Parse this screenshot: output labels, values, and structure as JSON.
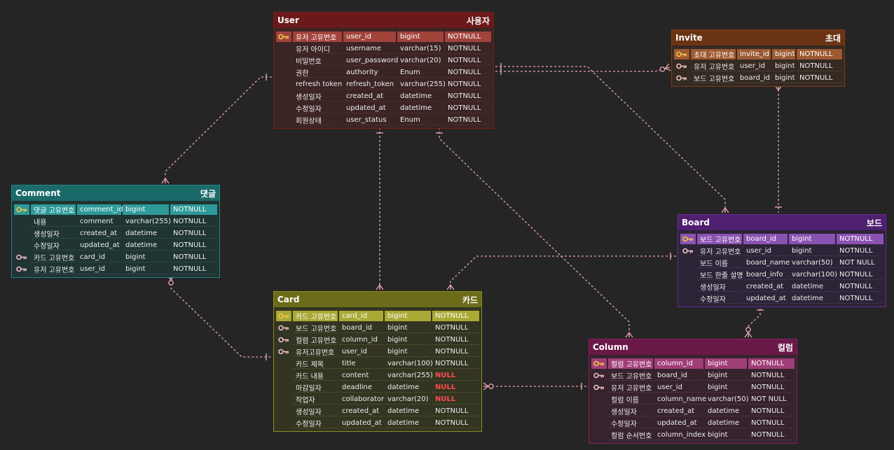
{
  "entities": {
    "user": {
      "name": "User",
      "label": "사용자",
      "colors": {
        "border": "#7c1d1d",
        "header": "#6b1919",
        "body": "#3b2424",
        "pk": "#a1433b",
        "rowline": "#4c2c2c"
      },
      "rows": [
        {
          "key": "pk",
          "kname": "유저 고유번호",
          "col": "user_id",
          "type": "bigint",
          "nn": "NOTNULL"
        },
        {
          "key": "",
          "kname": "유저 아이디",
          "col": "username",
          "type": "varchar(15)",
          "nn": "NOTNULL"
        },
        {
          "key": "",
          "kname": "비밀번호",
          "col": "user_password",
          "type": "varchar(20)",
          "nn": "NOTNULL"
        },
        {
          "key": "",
          "kname": "권한",
          "col": "authority",
          "type": "Enum",
          "nn": "NOTNULL"
        },
        {
          "key": "",
          "kname": "refresh token",
          "col": "refresh_token",
          "type": "varchar(255)",
          "nn": "NOTNULL"
        },
        {
          "key": "",
          "kname": "생성일자",
          "col": "created_at",
          "type": "datetime",
          "nn": "NOTNULL"
        },
        {
          "key": "",
          "kname": "수정일자",
          "col": "updated_at",
          "type": "datetime",
          "nn": "NOTNULL"
        },
        {
          "key": "",
          "kname": "회원상태",
          "col": "user_status",
          "type": "Enum",
          "nn": "NOTNULL"
        }
      ]
    },
    "invite": {
      "name": "Invite",
      "label": "초대",
      "colors": {
        "border": "#7a3c15",
        "header": "#6a3414",
        "body": "#352a22",
        "pk": "#9d5a32",
        "rowline": "#4a3a2c"
      },
      "rows": [
        {
          "key": "pk",
          "kname": "초대 고유번호",
          "col": "invite_id",
          "type": "bigint",
          "nn": "NOTNULL"
        },
        {
          "key": "fk",
          "kname": "유저 고유번호",
          "col": "user_id",
          "type": "bigint",
          "nn": "NOTNULL"
        },
        {
          "key": "fk",
          "kname": "보드 고유번호",
          "col": "board_id",
          "type": "bigint",
          "nn": "NOTNULL"
        }
      ]
    },
    "comment": {
      "name": "Comment",
      "label": "댓글",
      "colors": {
        "border": "#1f8584",
        "header": "#1b6a6a",
        "body": "#1f3433",
        "pk": "#2e9a99",
        "rowline": "#2c4948"
      },
      "rows": [
        {
          "key": "pk",
          "kname": "댓글 고유번호",
          "col": "comment_id",
          "type": "bigint",
          "nn": "NOTNULL"
        },
        {
          "key": "",
          "kname": "내용",
          "col": "comment",
          "type": "varchar(255)",
          "nn": "NOTNULL"
        },
        {
          "key": "",
          "kname": "생성일자",
          "col": "created_at",
          "type": "datetime",
          "nn": "NOTNULL"
        },
        {
          "key": "",
          "kname": "수정일자",
          "col": "updated_at",
          "type": "datetime",
          "nn": "NOTNULL"
        },
        {
          "key": "fk",
          "kname": "카드 고유번호",
          "col": "card_id",
          "type": "bigint",
          "nn": "NOTNULL"
        },
        {
          "key": "fk",
          "kname": "유저 고유번호",
          "col": "user_id",
          "type": "bigint",
          "nn": "NOTNULL"
        }
      ]
    },
    "board": {
      "name": "Board",
      "label": "보드",
      "colors": {
        "border": "#6a2b93",
        "header": "#4f1f70",
        "body": "#2d2438",
        "pk": "#8a53b2",
        "rowline": "#3f3150"
      },
      "rows": [
        {
          "key": "pk",
          "kname": "보드 고유번호",
          "col": "board_id",
          "type": "bigint",
          "nn": "NOTNULL"
        },
        {
          "key": "fk",
          "kname": "유저 고유번호",
          "col": "user_id",
          "type": "bigint",
          "nn": "NOTNULL"
        },
        {
          "key": "",
          "kname": "보드 이름",
          "col": "board_name",
          "type": "varchar(50)",
          "nn": "NOT NULL"
        },
        {
          "key": "",
          "kname": "보드 한줄 설명",
          "col": "board_info",
          "type": "varchar(100)",
          "nn": "NOTNULL"
        },
        {
          "key": "",
          "kname": "생성일자",
          "col": "created_at",
          "type": "datetime",
          "nn": "NOTNULL"
        },
        {
          "key": "",
          "kname": "수정일자",
          "col": "updated_at",
          "type": "datetime",
          "nn": "NOTNULL"
        }
      ]
    },
    "card": {
      "name": "Card",
      "label": "카드",
      "colors": {
        "border": "#8d8d20",
        "header": "#6b6b1a",
        "body": "#333522",
        "pk": "#a9a936",
        "rowline": "#48492c"
      },
      "rows": [
        {
          "key": "pk",
          "kname": "카드 고유번호",
          "col": "card_id",
          "type": "bigint",
          "nn": "NOTNULL"
        },
        {
          "key": "fk",
          "kname": "보드 고유번호",
          "col": "board_id",
          "type": "bigint",
          "nn": "NOTNULL"
        },
        {
          "key": "fk",
          "kname": "컬럼 고유번호",
          "col": "column_id",
          "type": "bigint",
          "nn": "NOTNULL"
        },
        {
          "key": "fk",
          "kname": "유저고유번호",
          "col": "user_id",
          "type": "bigint",
          "nn": "NOTNULL"
        },
        {
          "key": "",
          "kname": "카드 제목",
          "col": "title",
          "type": "varchar(100)",
          "nn": "NOTNULL"
        },
        {
          "key": "",
          "kname": "카드 내용",
          "col": "content",
          "type": "varchar(255)",
          "nn": "NULL"
        },
        {
          "key": "",
          "kname": "마감일자",
          "col": "deadline",
          "type": "datetime",
          "nn": "NULL"
        },
        {
          "key": "",
          "kname": "작업자",
          "col": "collaborator",
          "type": "varchar(20)",
          "nn": "NULL"
        },
        {
          "key": "",
          "kname": "생성일자",
          "col": "created_at",
          "type": "datetime",
          "nn": "NOTNULL"
        },
        {
          "key": "",
          "kname": "수정일자",
          "col": "updated_at",
          "type": "datetime",
          "nn": "NOTNULL"
        }
      ]
    },
    "column": {
      "name": "Column",
      "label": "컬럼",
      "colors": {
        "border": "#8a1f5c",
        "header": "#6a1848",
        "body": "#37232e",
        "pk": "#a03e78",
        "rowline": "#4b3040"
      },
      "rows": [
        {
          "key": "pk",
          "kname": "컬럼 고유번호",
          "col": "column_id",
          "type": "bigint",
          "nn": "NOTNULL"
        },
        {
          "key": "fk",
          "kname": "보드 고유번호",
          "col": "board_id",
          "type": "bigint",
          "nn": "NOTNULL"
        },
        {
          "key": "fk",
          "kname": "유저 고유번호",
          "col": "user_id",
          "type": "bigint",
          "nn": "NOTNULL"
        },
        {
          "key": "",
          "kname": "컬럼 이름",
          "col": "column_name",
          "type": "varchar(50)",
          "nn": "NOT NULL"
        },
        {
          "key": "",
          "kname": "생성일자",
          "col": "created_at",
          "type": "datetime",
          "nn": "NOTNULL"
        },
        {
          "key": "",
          "kname": "수정일자",
          "col": "updated_at",
          "type": "datetime",
          "nn": "NOTNULL"
        },
        {
          "key": "",
          "kname": "컬럼 순서번호",
          "col": "column_index",
          "type": "bigint",
          "nn": "NOTNULL"
        }
      ]
    }
  },
  "relationships": [
    {
      "from": "user",
      "to": "comment",
      "start": "one",
      "end": "many"
    },
    {
      "from": "user",
      "to": "card",
      "start": "one",
      "end": "many"
    },
    {
      "from": "user",
      "to": "invite",
      "start": "one",
      "end": "zero-many"
    },
    {
      "from": "user",
      "to": "board",
      "start": "one",
      "end": "many"
    },
    {
      "from": "user",
      "to": "column",
      "start": "one",
      "end": "many"
    },
    {
      "from": "invite",
      "to": "board",
      "start": "many",
      "end": "one"
    },
    {
      "from": "comment",
      "to": "card",
      "start": "zero-many",
      "end": "one"
    },
    {
      "from": "board",
      "to": "card",
      "start": "one",
      "end": "many"
    },
    {
      "from": "board",
      "to": "column",
      "start": "one",
      "end": "zero-many"
    },
    {
      "from": "card",
      "to": "column",
      "start": "zero-many",
      "end": "one"
    }
  ],
  "colors": {
    "background": "#252525",
    "line": "#e8a3b4",
    "key_pk": "#f3c744",
    "key_fk": "#f0c0c8",
    "null_text": "#ff4d4d"
  }
}
